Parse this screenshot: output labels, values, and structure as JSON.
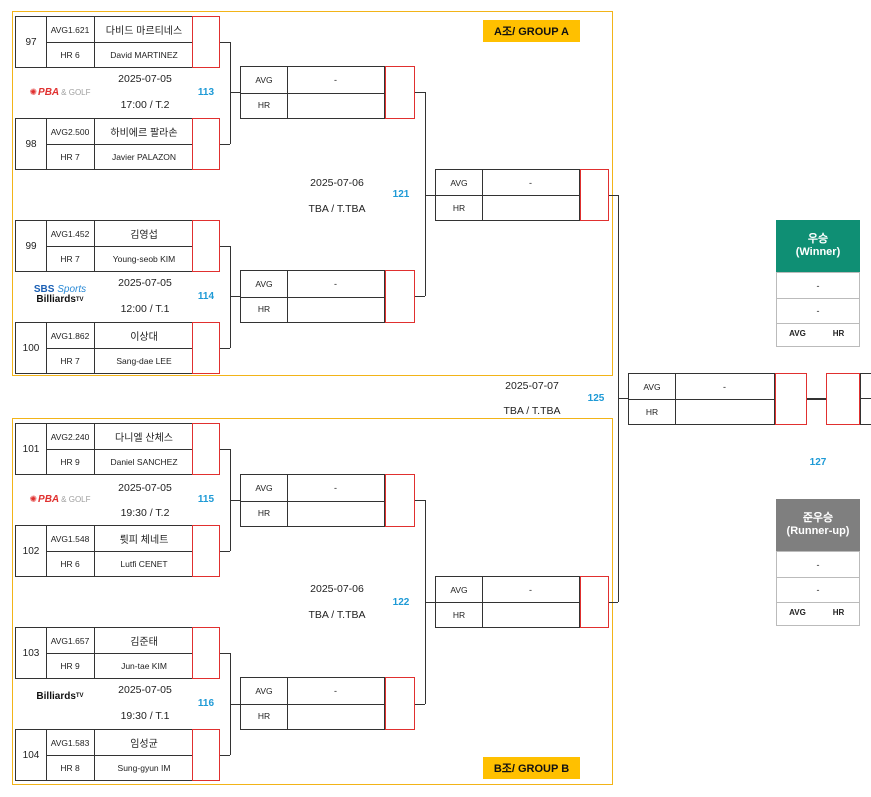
{
  "group_a": {
    "title": "A조/ GROUP A"
  },
  "group_b": {
    "title": "B조/ GROUP B"
  },
  "players": [
    {
      "seed": "97",
      "avg": "AVG1.621",
      "hr": "HR 6",
      "name_kr": "다비드 마르티네스",
      "name_en": "David MARTINEZ"
    },
    {
      "seed": "98",
      "avg": "AVG2.500",
      "hr": "HR 7",
      "name_kr": "하비에르 팔라손",
      "name_en": "Javier PALAZON"
    },
    {
      "seed": "99",
      "avg": "AVG1.452",
      "hr": "HR 7",
      "name_kr": "김영섭",
      "name_en": "Young-seob KIM"
    },
    {
      "seed": "100",
      "avg": "AVG1.862",
      "hr": "HR 7",
      "name_kr": "이상대",
      "name_en": "Sang-dae LEE"
    },
    {
      "seed": "101",
      "avg": "AVG2.240",
      "hr": "HR 9",
      "name_kr": "다니엘 산체스",
      "name_en": "Daniel SANCHEZ"
    },
    {
      "seed": "102",
      "avg": "AVG1.548",
      "hr": "HR 6",
      "name_kr": "륏피 체네트",
      "name_en": "Lutfi CENET"
    },
    {
      "seed": "103",
      "avg": "AVG1.657",
      "hr": "HR 9",
      "name_kr": "김준태",
      "name_en": "Jun-tae KIM"
    },
    {
      "seed": "104",
      "avg": "AVG1.583",
      "hr": "HR 8",
      "name_kr": "임성균",
      "name_en": "Sung-gyun IM"
    }
  ],
  "matches": {
    "m113": {
      "num": "113",
      "date": "2025-07-05",
      "time": "17:00 / T.2"
    },
    "m114": {
      "num": "114",
      "date": "2025-07-05",
      "time": "12:00 / T.1"
    },
    "m115": {
      "num": "115",
      "date": "2025-07-05",
      "time": "19:30 / T.2"
    },
    "m116": {
      "num": "116",
      "date": "2025-07-05",
      "time": "19:30 / T.1"
    },
    "m121": {
      "num": "121",
      "date": "2025-07-06",
      "time": "TBA / T.TBA"
    },
    "m122": {
      "num": "122",
      "date": "2025-07-06",
      "time": "TBA / T.TBA"
    },
    "m125": {
      "num": "125",
      "date": "2025-07-07",
      "time": "TBA / T.TBA"
    },
    "m127": {
      "num": "127"
    }
  },
  "slot": {
    "avg_label": "AVG",
    "hr_label": "HR",
    "empty": "-"
  },
  "broadcasters": {
    "pba_golf": {
      "nbc": "✺",
      "main": "PBA",
      "sub": "& GOLF"
    },
    "sbs_sports": {
      "line1a": "SBS",
      "line1b": "Sports",
      "line2": "Billiards",
      "tv": "TV"
    },
    "billiards_tv": {
      "main": "Billiards",
      "tv": "TV"
    }
  },
  "winner": {
    "title_kr": "우승",
    "title_en": "(Winner)",
    "line1": "-",
    "line2": "-",
    "avg": "AVG",
    "hr": "HR",
    "color": "#0f8f74"
  },
  "runner_up": {
    "title_kr": "준우승",
    "title_en": "(Runner-up)",
    "line1": "-",
    "line2": "-",
    "avg": "AVG",
    "hr": "HR",
    "color": "#7f7f7f"
  },
  "colors": {
    "group_border": "#f2b418",
    "group_title_bg": "#ffc000",
    "match_number": "#1e9ad6",
    "score_border": "#e0302f"
  }
}
